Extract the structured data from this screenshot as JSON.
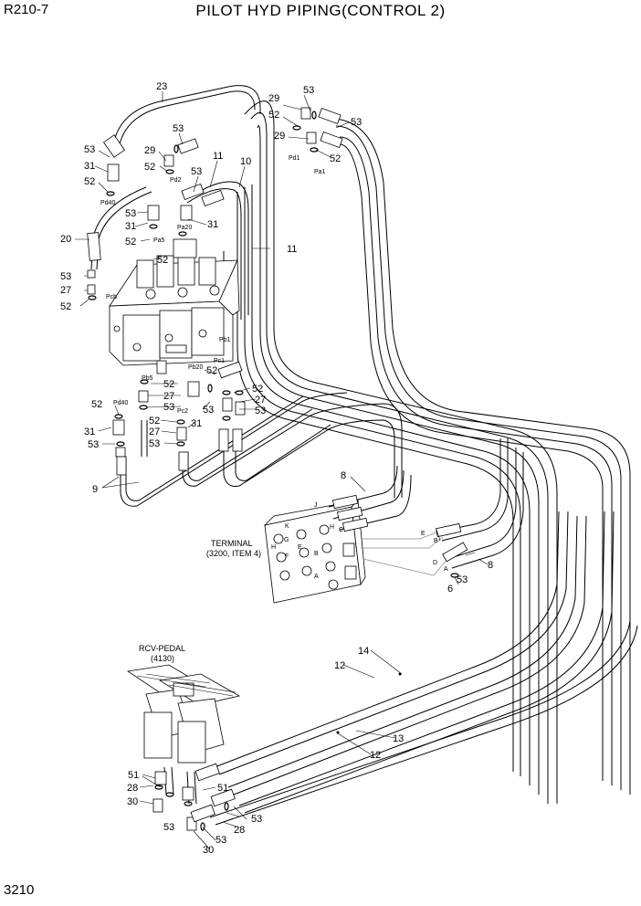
{
  "header": {
    "model": "R210-7",
    "title": "PILOT HYD PIPING(CONTROL 2)"
  },
  "footer": {
    "page_number": "3210"
  },
  "labels": {
    "terminal": "TERMINAL",
    "terminal_ref": "(3200, ITEM 4)",
    "rcv_pedal": "RCV-PEDAL",
    "rcv_pedal_ref": "(4130)"
  },
  "port_tags": {
    "pd1": "Pd1",
    "pa1": "Pa1",
    "pd2": "Pd2",
    "pa20": "Pa20",
    "pd40": "Pd40",
    "pa5": "Pa5",
    "pcb": "Pcb",
    "pb1": "Pb1",
    "pb20": "Pb20",
    "pc1": "Pc1",
    "pb5": "Pb5",
    "pc2": "Pc2",
    "pd40b": "Pd40"
  },
  "callouts": {
    "c23": "23",
    "c53a": "53",
    "c29a": "29",
    "c52a": "52",
    "c29b": "29",
    "c53b": "53",
    "c52b": "52",
    "c53c": "53",
    "c29c": "29",
    "c11a": "11",
    "c53d": "53",
    "c31a": "31",
    "c52c": "52",
    "c52d": "52",
    "c53e": "53",
    "c10": "10",
    "c53f": "53",
    "c31b": "31",
    "c31c": "31",
    "c20": "20",
    "c52e": "52",
    "c52f": "52",
    "c11b": "11",
    "c53g": "53",
    "c27a": "27",
    "c52g": "52",
    "c52h": "52",
    "c27b": "27",
    "c53h": "53",
    "c52i": "52",
    "c52j": "52",
    "c27c": "27",
    "c53i": "53",
    "c53j": "53",
    "c52k": "52",
    "c31d": "31",
    "c52l": "52",
    "c27d": "27",
    "c31e": "31",
    "c53k": "53",
    "c53l": "53",
    "c9": "9",
    "c8a": "8",
    "c8b": "8",
    "c53m": "53",
    "c6": "6",
    "c14": "14",
    "c12a": "12",
    "c13": "13",
    "c12b": "12",
    "c51a": "51",
    "c28a": "28",
    "c30a": "30",
    "c51b": "51",
    "c53n": "53",
    "c28b": "28",
    "c53o": "53",
    "c53p": "53",
    "c30b": "30"
  },
  "terminal_ports": {
    "j": "J",
    "k": "K",
    "g": "G",
    "h": "H",
    "e": "E",
    "f": "F",
    "b": "B",
    "a": "A",
    "c": "C"
  },
  "pipe_ports": {
    "e": "E",
    "b": "B",
    "d": "D",
    "a": "A",
    "j": "J",
    "h": "H"
  }
}
